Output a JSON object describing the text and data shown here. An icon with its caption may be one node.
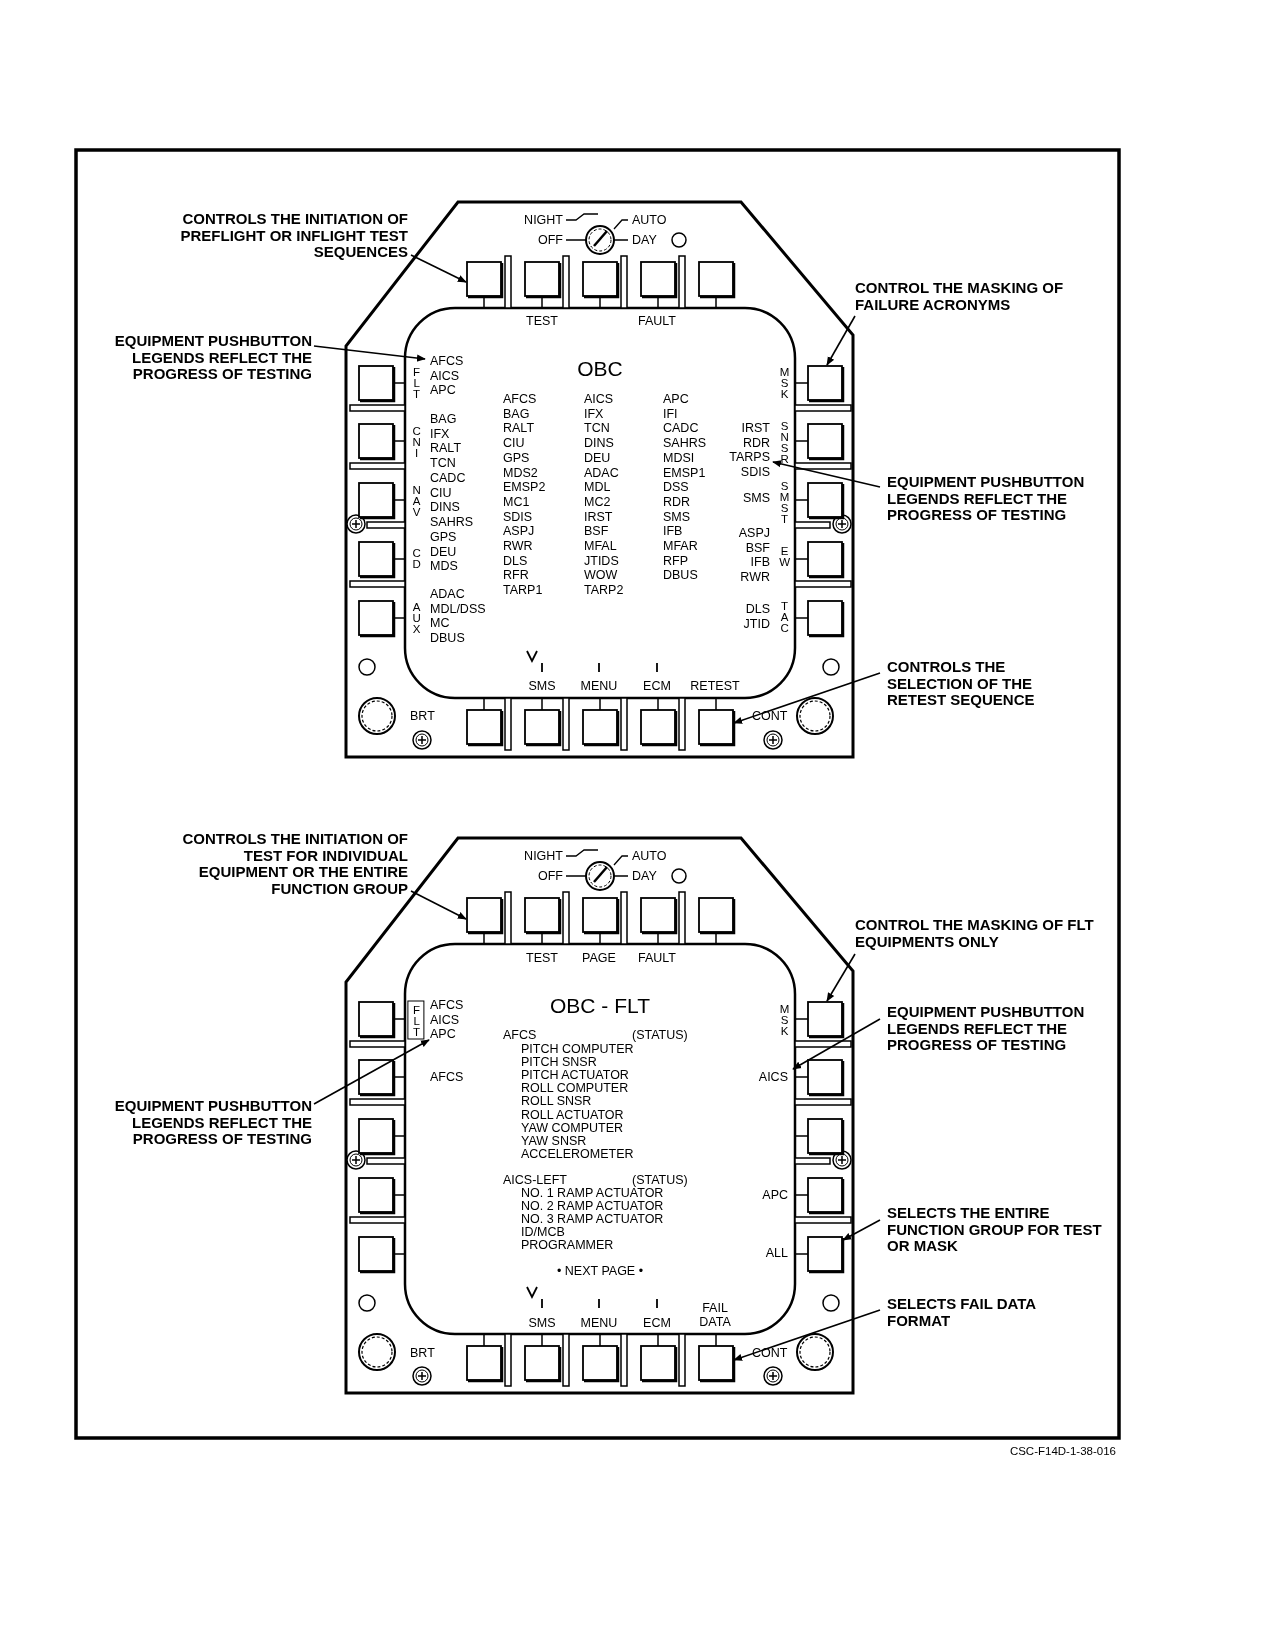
{
  "diagram": {
    "nodes": [
      {
        "text": [
          "CONTROLS THE INITIATION OF PREFLIGHT OR INFLIGHT TEST SEQUENCES"
        ]
      },
      {
        "text": [],
        "shape": "box"
      },
      {
        "text": [
          "EQUIPMENT PUSHBUTTON LEGENDS REFLECT THE PROGRESS OF TESTING"
        ]
      },
      {
        "text": [
          "AFCS"
        ]
      },
      {
        "text": [
          "CONTROL THE MASKING OF FAILURE ACRONYMS"
        ]
      },
      {
        "text": [],
        "shape": "box"
      },
      {
        "text": [
          "EQUIPMENT PUSHBUTTON LEGENDS REFLECT THE PROGRESS OF TESTING"
        ]
      },
      {
        "text": [
          "TARPS"
        ]
      },
      {
        "text": [
          "CONTROLS THE SELECTION OF THE RETEST SEQUENCE"
        ]
      },
      {
        "text": [],
        "shape": "box"
      },
      {
        "text": [
          "CONTROLS THE INITIATION OF TEST FOR INDIVIDUAL EQUIPMENT OR THE ENTIRE FUNCTION GROUP"
        ]
      },
      {
        "text": [],
        "shape": "box"
      },
      {
        "text": [
          "CONTROL THE MASKING OF FLT EQUIPMENTS ONLY"
        ]
      },
      {
        "text": [],
        "shape": "box"
      },
      {
        "text": [
          "EQUIPMENT PUSHBUTTON LEGENDS REFLECT THE PROGRESS OF TESTING"
        ]
      },
      {
        "text": [
          "APC"
        ]
      },
      {
        "text": [
          "EQUIPMENT PUSHBUTTON LEGENDS REFLECT THE PROGRESS OF TESTING"
        ]
      },
      {
        "text": [
          "AICS"
        ]
      },
      {
        "text": [
          "SELECTS THE ENTIRE FUNCTION GROUP FOR TEST OR MASK"
        ]
      },
      {
        "text": [],
        "shape": "box"
      },
      {
        "text": [
          "SELECTS FAIL DATA FORMAT"
        ]
      },
      {
        "text": [],
        "shape": "box"
      },
      {
        "text": [],
        "shape": "box"
      },
      {
        "text": [],
        "shape": "box"
      },
      {
        "text": [],
        "shape": "box"
      },
      {
        "text": [],
        "shape": "box"
      },
      {
        "text": [],
        "shape": "box"
      },
      {
        "text": [],
        "shape": "box"
      },
      {
        "text": [],
        "shape": "box"
      },
      {
        "text": [],
        "shape": "box"
      },
      {
        "text": [],
        "shape": "box"
      },
      {
        "text": [],
        "shape": "box"
      },
      {
        "text": [],
        "shape": "box"
      },
      {
        "text": [],
        "shape": "box"
      },
      {
        "text": [],
        "shape": "box"
      },
      {
        "text": [],
        "shape": "box"
      },
      {
        "text": [],
        "shape": "box"
      },
      {
        "text": [],
        "shape": "box"
      },
      {
        "text": [],
        "shape": "box"
      },
      {
        "text": [],
        "shape": "box"
      },
      {
        "text": [],
        "shape": "box"
      },
      {
        "text": [],
        "shape": "box"
      },
      {
        "text": [],
        "shape": "box"
      },
      {
        "text": [],
        "shape": "box"
      },
      {
        "text": [],
        "shape": "box"
      },
      {
        "text": [],
        "shape": "box"
      },
      {
        "text": [],
        "shape": "box"
      },
      {
        "text": [],
        "shape": "box"
      },
      {
        "text": [],
        "shape": "box"
      },
      {
        "text": [],
        "shape": "box"
      },
      {
        "text": [],
        "shape": "box"
      },
      {
        "text": [],
        "shape": "box"
      },
      {
        "text": [],
        "shape": "box"
      },
      {
        "text": [],
        "shape": "box"
      },
      {
        "text": [],
        "shape": "box"
      }
    ],
    "edges": [
      {
        "from": 0,
        "to": 1,
        "arrow": "to"
      },
      {
        "from": 2,
        "to": 3,
        "arrow": "to"
      },
      {
        "from": 4,
        "to": 5,
        "arrow": "to"
      },
      {
        "from": 6,
        "to": 7,
        "arrow": "to"
      },
      {
        "from": 8,
        "to": 9,
        "arrow": "to"
      },
      {
        "from": 10,
        "to": 11,
        "arrow": "to"
      },
      {
        "from": 12,
        "to": 13,
        "arrow": "to"
      },
      {
        "from": 14,
        "to": 15,
        "arrow": "to"
      },
      {
        "from": 16,
        "to": 17,
        "arrow": "to"
      },
      {
        "from": 18,
        "to": 19,
        "arrow": "to"
      },
      {
        "from": 20,
        "to": 21,
        "arrow": "to"
      }
    ],
    "labels": [
      "NIGHT",
      "AUTO",
      "OFF",
      "DAY",
      "TEST",
      "FAULT",
      "OBC",
      "FLT",
      "AICS",
      "APC",
      "CNI",
      "BAG",
      "IFX",
      "RALT",
      "TCN",
      "NAV",
      "CADC",
      "CIU",
      "DINS",
      "SAHRS",
      "CD",
      "GPS",
      "DEU",
      "MDS",
      "AUX",
      "ADAC",
      "MDL/DSS",
      "MC",
      "DBUS",
      "AFCS",
      "BAG",
      "RALT",
      "CIU",
      "GPS",
      "MDS2",
      "EMSP2",
      "MC1",
      "SDIS",
      "ASPJ",
      "RWR",
      "DLS",
      "RFR",
      "TARP1",
      "AICS",
      "IFX",
      "TCN",
      "DINS",
      "DEU",
      "ADAC",
      "MDL",
      "MC2",
      "IRST",
      "BSF",
      "MFAL",
      "JTIDS",
      "WOW",
      "TARP2",
      "APC",
      "IFI",
      "CADC",
      "SAHRS",
      "MDSI",
      "EMSP1",
      "DSS",
      "RDR",
      "SMS",
      "IFB",
      "MFAR",
      "RFP",
      "DBUS",
      "MSK",
      "SNSR",
      "IRST",
      "RDR",
      "SDIS",
      "SMST",
      "SMS",
      "EW",
      "ASPJ",
      "BSF",
      "IFB",
      "RWR",
      "TAC",
      "DLS",
      "JTID",
      "SMS",
      "MENU",
      "ECM",
      "RETEST",
      "BRT",
      "CONT",
      "NIGHT",
      "AUTO",
      "OFF",
      "DAY",
      "TEST",
      "PAGE",
      "FAULT",
      "OBC - FLT",
      "FLT",
      "AFCS",
      "AICS",
      "AFCS",
      "MSK",
      "AFCS",
      "(STATUS)",
      "PITCH COMPUTER",
      "PITCH SNSR",
      "PITCH ACTUATOR",
      "ROLL COMPUTER",
      "ROLL SNSR",
      "ROLL ACTUATOR",
      "YAW COMPUTER",
      "YAW SNSR",
      "ACCELEROMETER",
      "AICS-LEFT",
      "(STATUS)",
      "NO. 1 RAMP ACTUATOR",
      "NO. 2 RAMP ACTUATOR",
      "NO. 3 RAMP ACTUATOR",
      "ID/MCB",
      "PROGRAMMER",
      "• NEXT PAGE •",
      "APC",
      "ALL",
      "SMS",
      "MENU",
      "ECM",
      "FAIL DATA",
      "BRT",
      "CONT",
      "CSC-F14D-1-38-016"
    ]
  }
}
